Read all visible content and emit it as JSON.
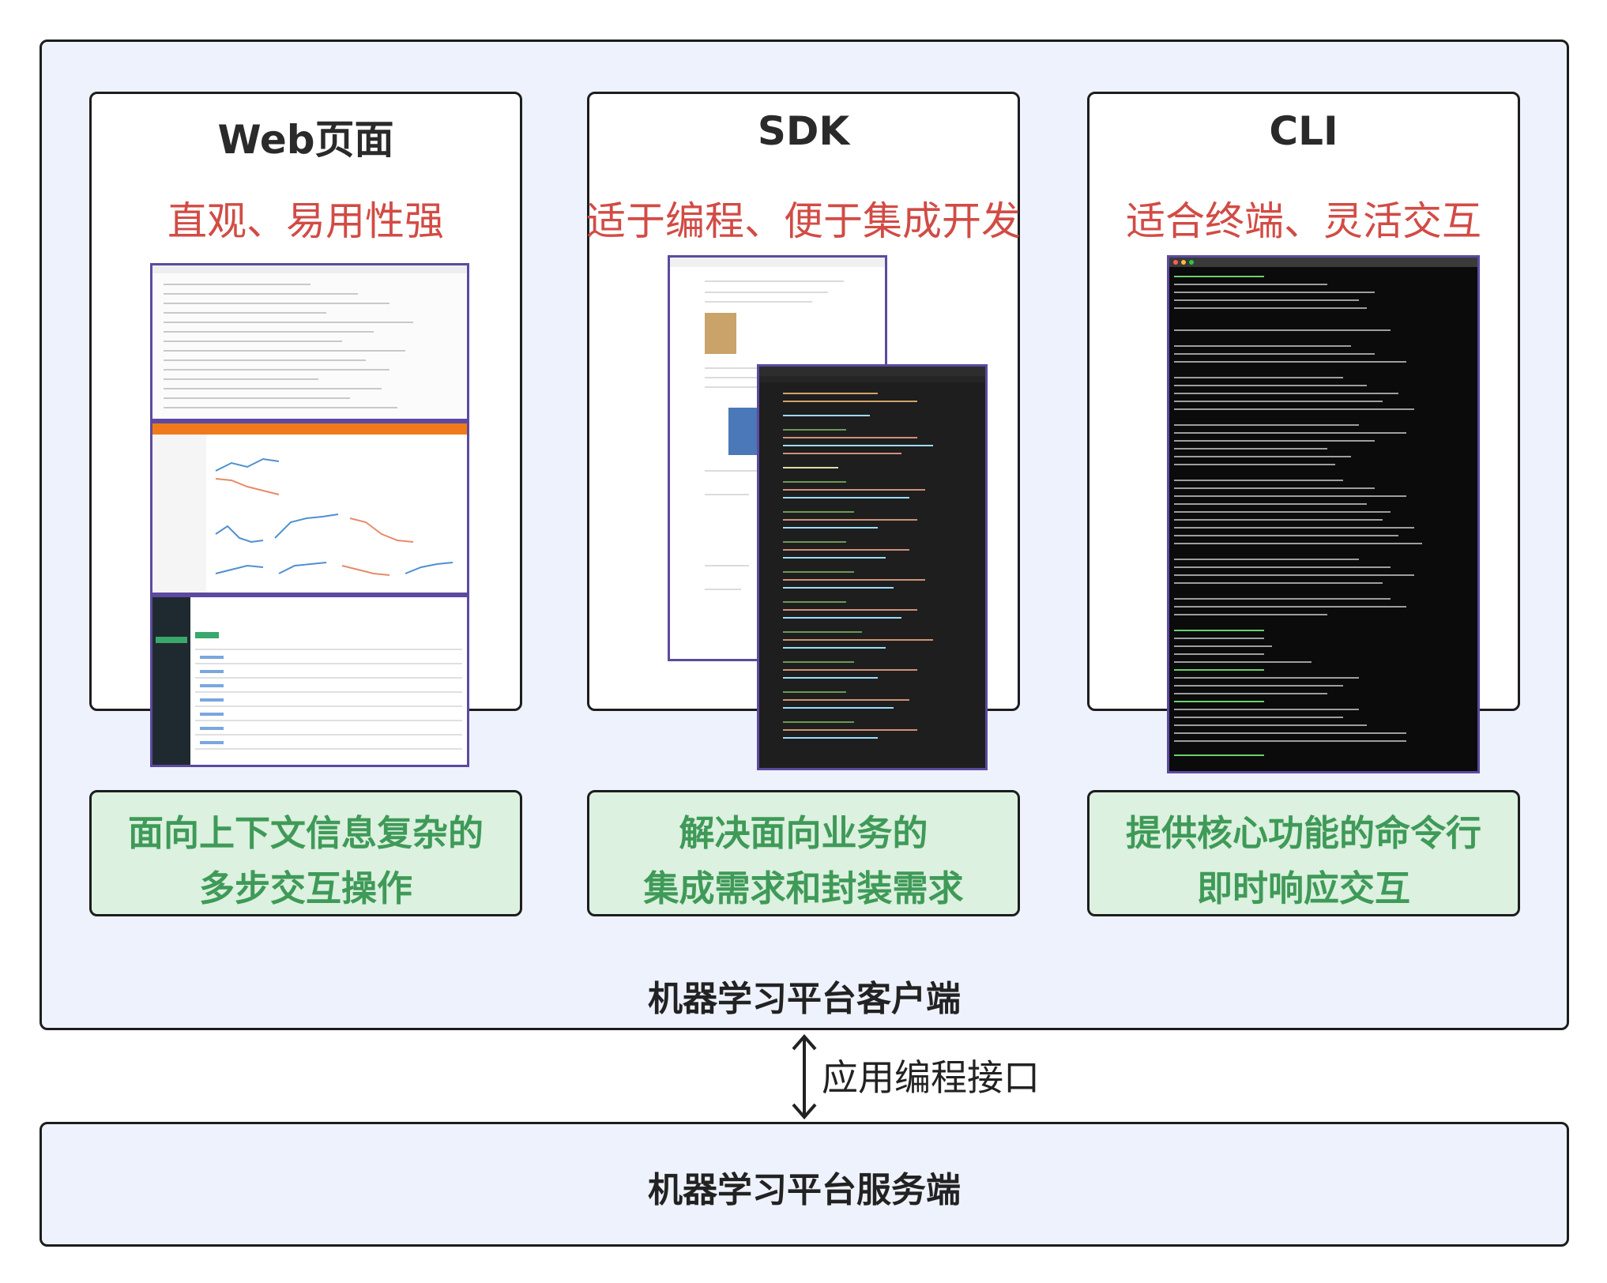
{
  "client_panel": {
    "label": "机器学习平台客户端"
  },
  "server_panel": {
    "label": "机器学习平台服务端"
  },
  "interface": {
    "label": "应用编程接口"
  },
  "cards": [
    {
      "title": "Web页面",
      "subtitle": "直观、易用性强",
      "description": [
        "面向上下文信息复杂的",
        "多步交互操作"
      ]
    },
    {
      "title": "SDK",
      "subtitle": "适于编程、便于集成开发",
      "description": [
        "解决面向业务的",
        "集成需求和封装需求"
      ]
    },
    {
      "title": "CLI",
      "subtitle": "适合终端、灵活交互",
      "description": [
        "提供核心功能的命令行",
        "即时响应交互"
      ]
    }
  ],
  "colors": {
    "panel_bg": "#eef2fc",
    "border": "#1d1d1d",
    "subtitle_red": "#d24b45",
    "green_bg": "#dcf1df",
    "green_text": "#3f9a58",
    "screenshot_border": "#5b4aa0"
  }
}
